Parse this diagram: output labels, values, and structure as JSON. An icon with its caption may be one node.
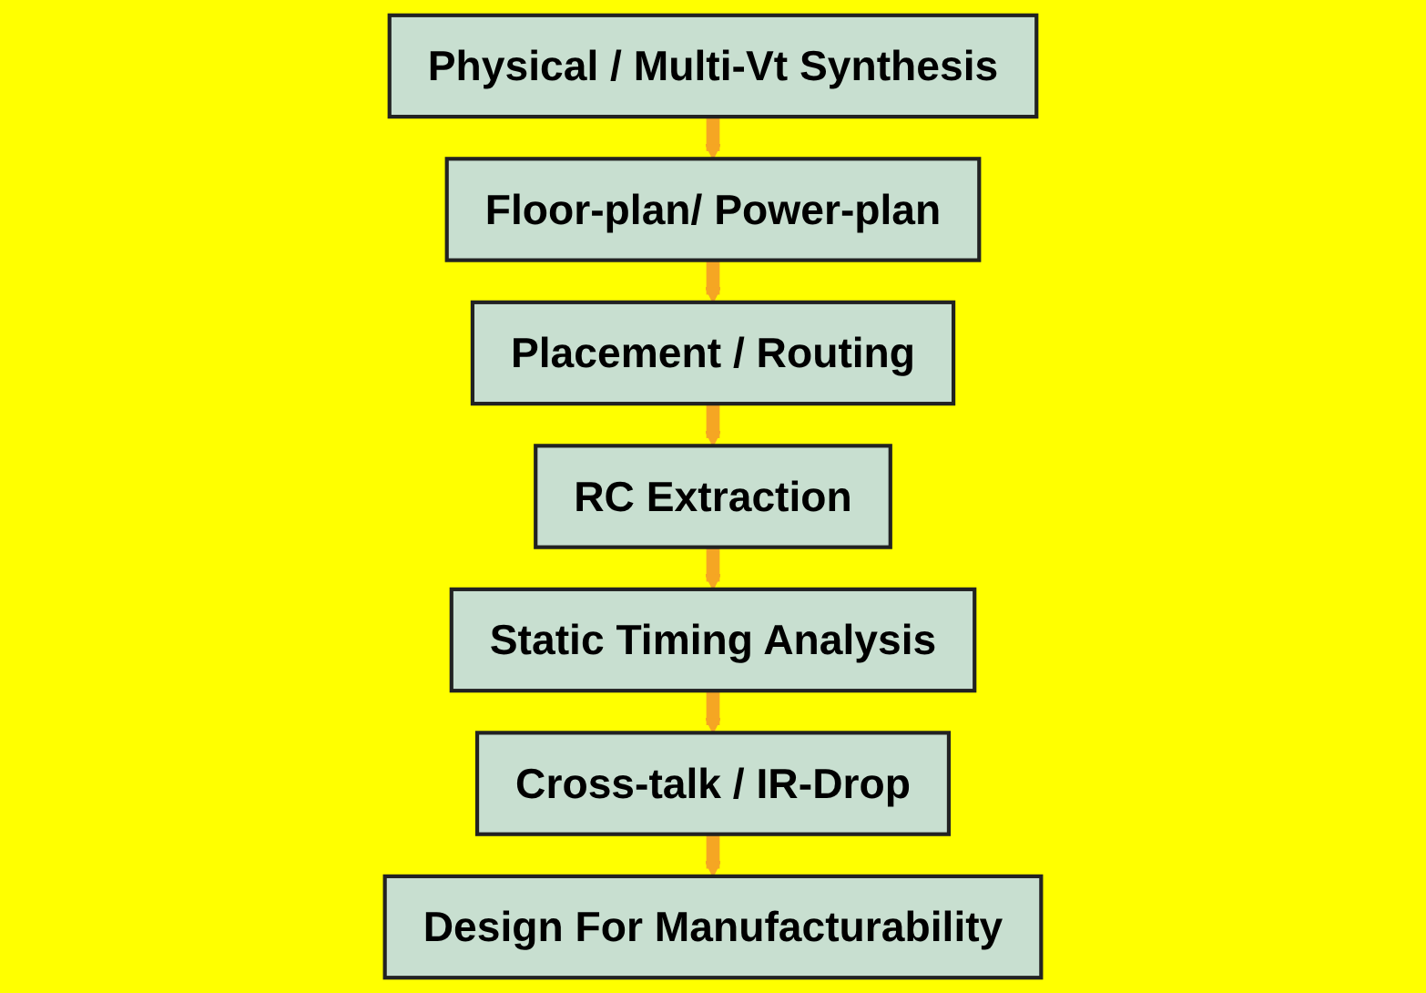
{
  "diagram": {
    "nodes": [
      {
        "text": [
          "Physical / Multi-Vt Synthesis"
        ]
      },
      {
        "text": [
          "Floor-plan/ Power-plan"
        ]
      },
      {
        "text": [
          "Placement / Routing"
        ]
      },
      {
        "text": [
          "RC Extraction"
        ]
      },
      {
        "text": [
          "Static Timing Analysis"
        ]
      },
      {
        "text": [
          "Cross-talk / IR-Drop"
        ]
      },
      {
        "text": [
          "Design For Manufacturability"
        ]
      }
    ],
    "edges": [
      {
        "from": 0,
        "to": 1,
        "arrow": "to"
      },
      {
        "from": 1,
        "to": 2,
        "arrow": "to"
      },
      {
        "from": 2,
        "to": 3,
        "arrow": "to"
      },
      {
        "from": 3,
        "to": 4,
        "arrow": "to"
      },
      {
        "from": 4,
        "to": 5,
        "arrow": "to"
      },
      {
        "from": 5,
        "to": 6,
        "arrow": "to"
      }
    ]
  }
}
